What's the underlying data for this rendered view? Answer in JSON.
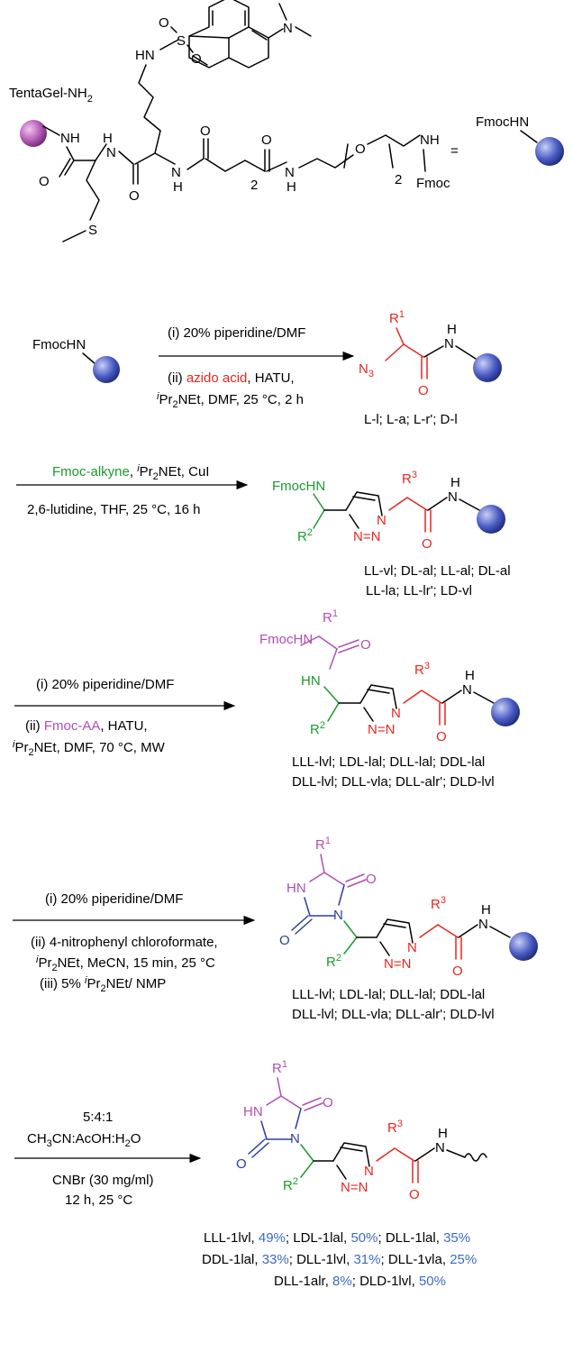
{
  "resin": {
    "label": "TentaGel-NH",
    "label_sub": "2",
    "resin_short": "FmocHN",
    "equals": "=",
    "colors": {
      "bead_purple": "#b35bb5",
      "bead_blue": "#3a4fb0"
    }
  },
  "atoms": {
    "hn": "HN",
    "s": "S",
    "o": "O",
    "nh": "NH",
    "n": "N",
    "h": "H",
    "two": "2",
    "fmoc": "Fmoc",
    "n3": "N",
    "n3_sub": "3",
    "r1": "R",
    "r1_sup": "1",
    "r2": "R",
    "r2_sup": "2",
    "r3": "R",
    "r3_sup": "3",
    "nn": "N=N",
    "fmochn": "FmocHN"
  },
  "step1": {
    "c1": "(i) 20% piperidine/DMF",
    "c2a": "(ii) ",
    "c2b": "azido acid",
    "c2c": ", HATU,",
    "c3": "Pr",
    "c3b": "NEt, DMF, 25 °C, 2 h",
    "products": "L-l; L-a;  L-r'; D-l"
  },
  "step2": {
    "c1a": "Fmoc-alkyne",
    "c1b": ", ",
    "c1c": "Pr",
    "c1d": "NEt, CuI",
    "c2": "2,6-lutidine, THF, 25 °C, 16 h",
    "products_1": "LL-vl; DL-al; LL-al; DL-al",
    "products_2": "LL-la; LL-lr'; LD-vl"
  },
  "step3": {
    "c1": "(i) 20% piperidine/DMF",
    "c2a": "(ii) ",
    "c2b": "Fmoc-AA",
    "c2c": ", HATU,",
    "c3": "Pr",
    "c3b": "NEt, DMF, 70 °C, MW",
    "products_1": "LLL-lvl; LDL-lal; DLL-lal; DDL-lal",
    "products_2": "DLL-lvl; DLL-vla; DLL-alr'; DLD-lvl"
  },
  "step4": {
    "c1": "(i) 20% piperidine/DMF",
    "c2": "(ii) 4-nitrophenyl chloroformate,",
    "c3": "Pr",
    "c3b": "NEt, MeCN, 15 min, 25 °C",
    "c4": "(iii) 5% ",
    "c4b": "Pr",
    "c4c": "NEt/ NMP",
    "products_1": "LLL-lvl; LDL-lal; DLL-lal; DDL-lal",
    "products_2": "DLL-lvl; DLL-vla; DLL-alr'; DLD-lvl"
  },
  "step5": {
    "c1": "5:4:1",
    "c2": "CH",
    "c2b": "CN:AcOH:H",
    "c2c": "O",
    "c3": "CNBr (30 mg/ml)",
    "c4": "12 h, 25 °C",
    "yields_1": [
      {
        "name": "LLL-1lvl",
        "yield": "49%"
      },
      {
        "name": "LDL-1lal",
        "yield": "50%"
      },
      {
        "name": "DLL-1lal",
        "yield": "35%"
      }
    ],
    "yields_2": [
      {
        "name": "DDL-1lal",
        "yield": "33%"
      },
      {
        "name": "DLL-1lvl",
        "yield": "31%"
      },
      {
        "name": "DLL-1vla",
        "yield": "25%"
      }
    ],
    "yields_3": [
      {
        "name": "DLL-1alr",
        "yield": "8%"
      },
      {
        "name": "DLD-1lvl",
        "yield": "50%"
      }
    ]
  }
}
